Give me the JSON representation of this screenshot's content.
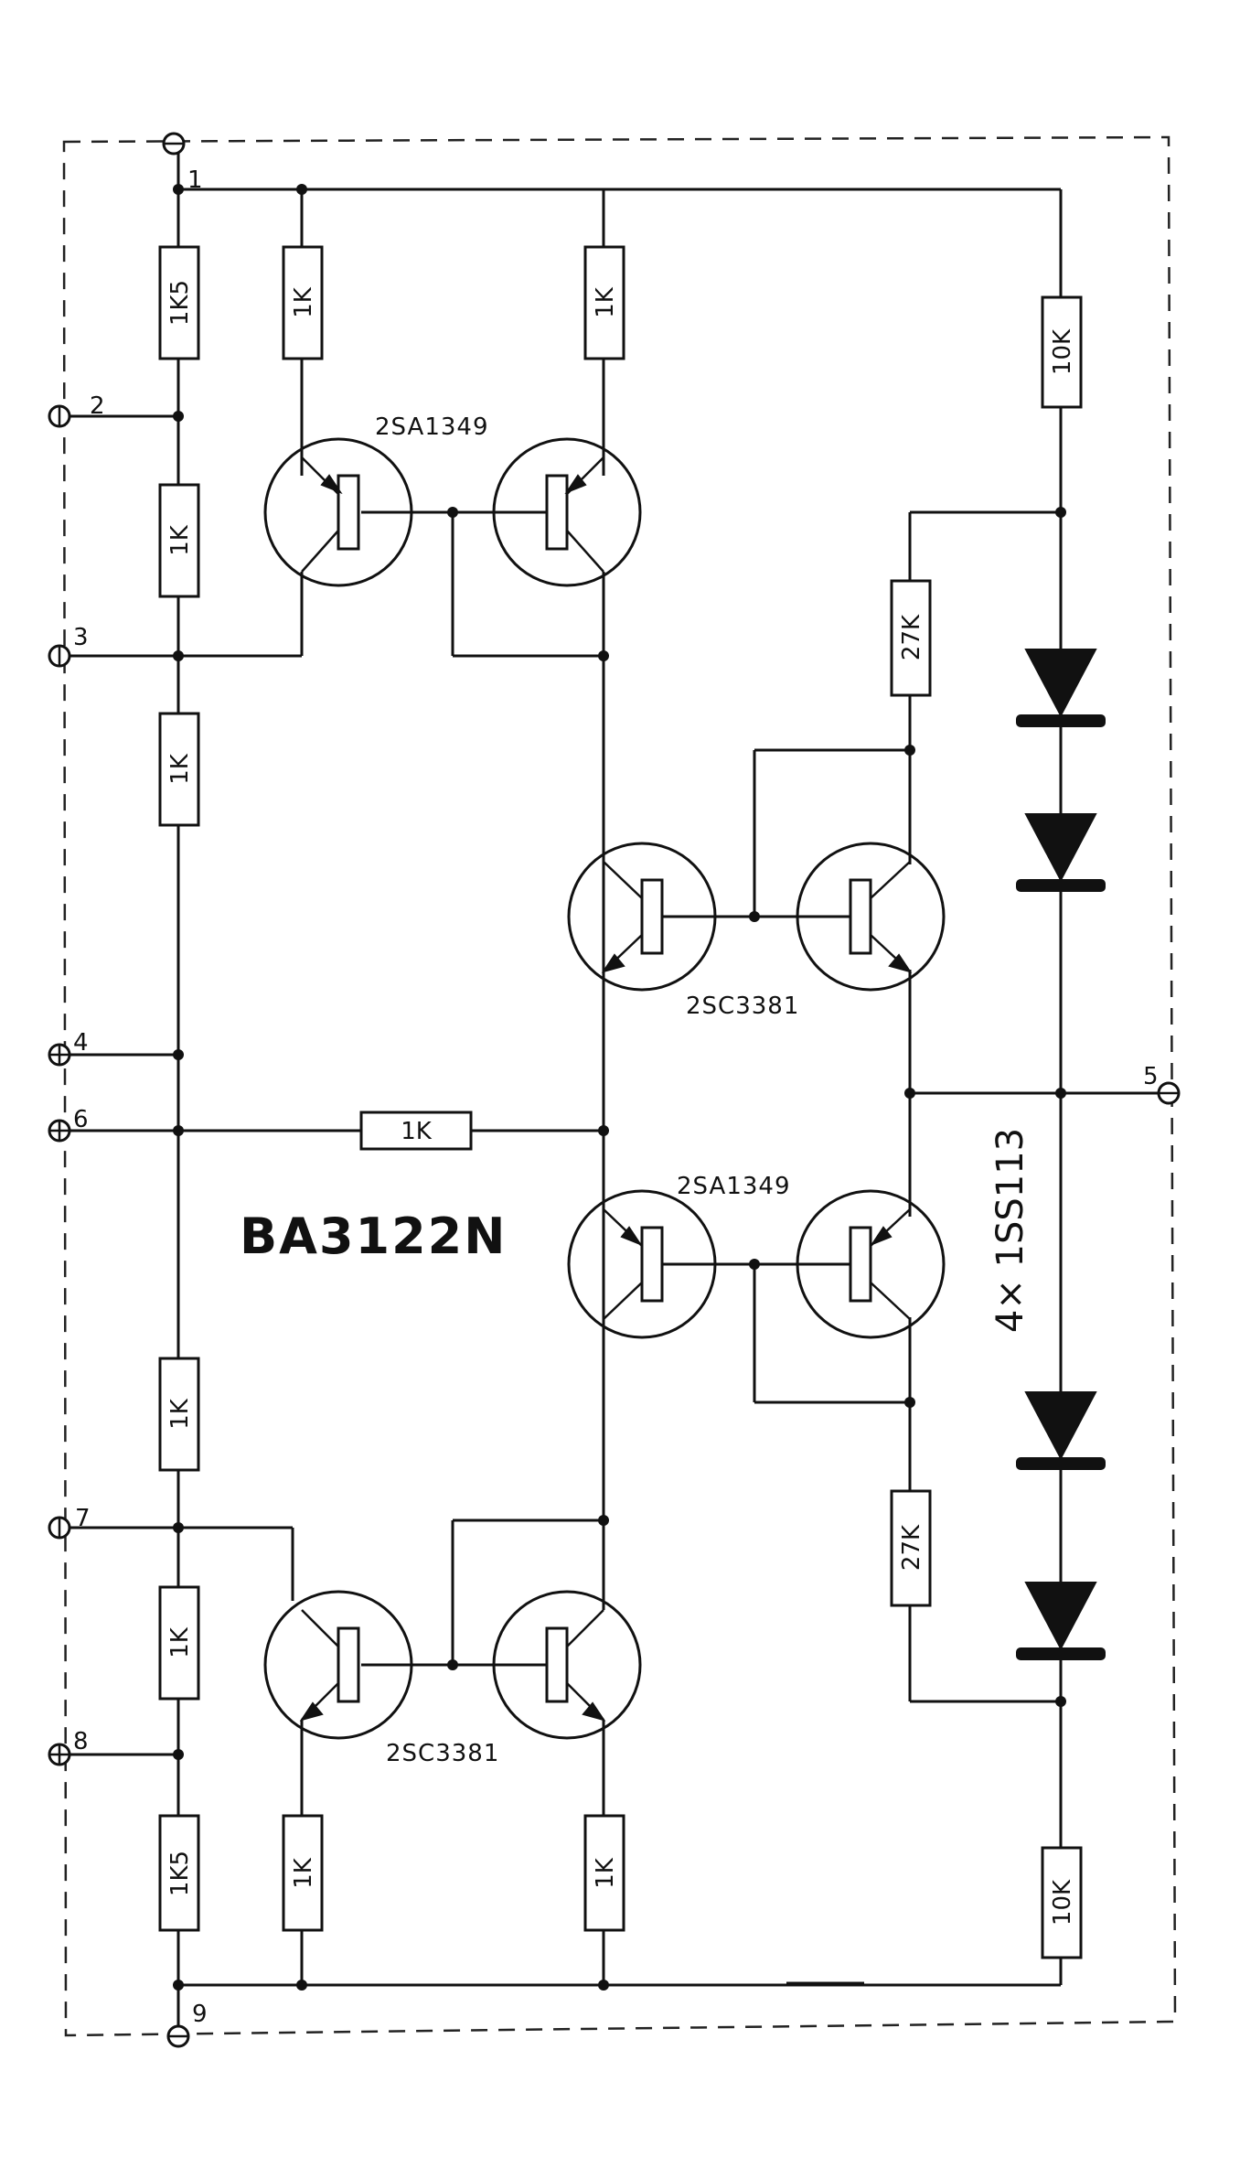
{
  "title": "BA3122N",
  "diode_label": "4× 1SS113",
  "transistor_labels": [
    "2SA1349",
    "2SC3381",
    "2SA1349",
    "2SC3381"
  ],
  "pins": [
    "1",
    "2",
    "3",
    "4",
    "5",
    "6",
    "7",
    "8",
    "9"
  ],
  "resistors": [
    {
      "id": "r-top-left",
      "value": "1K5"
    },
    {
      "id": "r-left-1k-a",
      "value": "1K"
    },
    {
      "id": "r-left-1k-b",
      "value": "1K"
    },
    {
      "id": "r-left-1k-c",
      "value": "1K"
    },
    {
      "id": "r-left-1k-d",
      "value": "1K"
    },
    {
      "id": "r-bottom-left",
      "value": "1K5"
    },
    {
      "id": "r-top-q1",
      "value": "1K"
    },
    {
      "id": "r-top-q2",
      "value": "1K"
    },
    {
      "id": "r-bot-q1",
      "value": "1K"
    },
    {
      "id": "r-bot-q2",
      "value": "1K"
    },
    {
      "id": "r-pin6",
      "value": "1K"
    },
    {
      "id": "r-27k-top",
      "value": "27K"
    },
    {
      "id": "r-27k-bot",
      "value": "27K"
    },
    {
      "id": "r-10k-top",
      "value": "10K"
    },
    {
      "id": "r-10k-bot",
      "value": "10K"
    }
  ]
}
